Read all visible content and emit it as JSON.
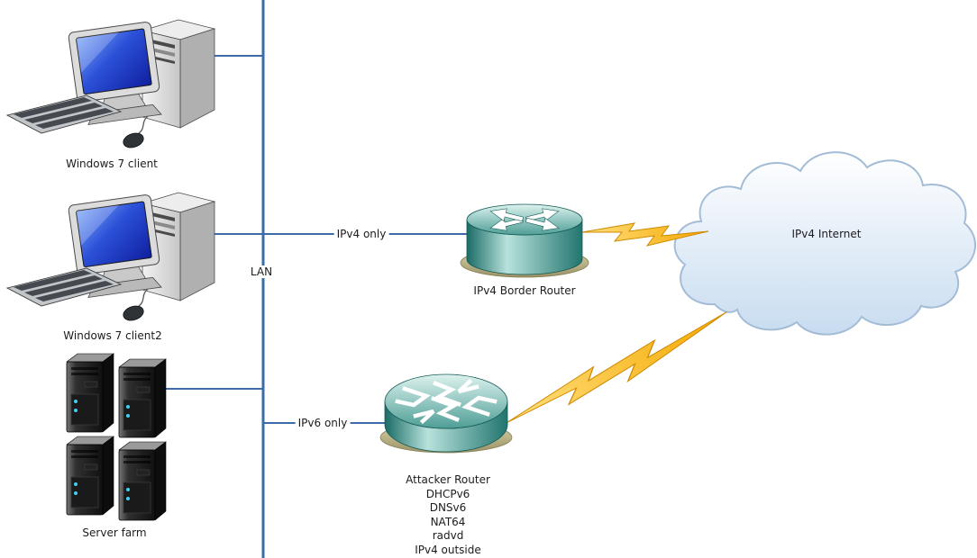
{
  "nodes": {
    "client1": {
      "label": "Windows 7 client",
      "icon": "desktop-computer-icon"
    },
    "client2": {
      "label": "Windows 7 client2",
      "icon": "desktop-computer-icon"
    },
    "server_farm": {
      "label": "Server farm",
      "icon": "server-towers-icon"
    },
    "border_router": {
      "label": "IPv4 Border Router",
      "icon": "router-icon"
    },
    "attacker_router": {
      "label": "Attacker Router",
      "icon": "router-icon",
      "services": [
        "DHCPv6",
        "DNSv6",
        "NAT64",
        "radvd",
        "IPv4 outside"
      ]
    },
    "internet": {
      "label": "IPv4 Internet",
      "icon": "cloud-icon"
    }
  },
  "links": {
    "lan": {
      "label": "LAN"
    },
    "ipv4_link": {
      "label": "IPv4 only"
    },
    "ipv6_link": {
      "label": "IPv6 only"
    }
  },
  "colors": {
    "link_blue": "#3b6ca8",
    "router_teal": "#2a7d78",
    "screen_blue": "#2b50d8",
    "bolt_yellow": "#ffd24a",
    "bolt_orange": "#f0a000",
    "cloud_fill": "#dce8f5",
    "cloud_stroke": "#a4bcd6"
  }
}
